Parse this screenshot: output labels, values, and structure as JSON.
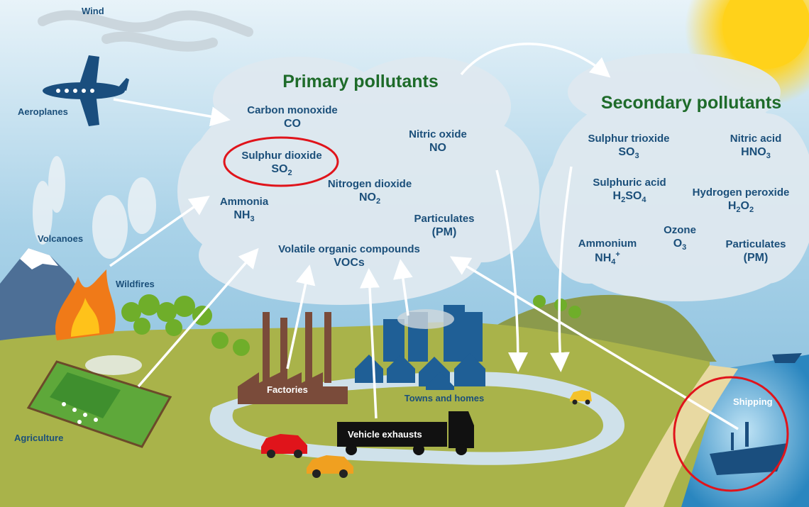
{
  "headings": {
    "primary": "Primary pollutants",
    "secondary": "Secondary pollutants"
  },
  "primary_pollutants": [
    {
      "name": "Carbon monoxide",
      "formula": "CO"
    },
    {
      "name": "Sulphur dioxide",
      "formula": "SO",
      "sub": "2",
      "highlighted": true
    },
    {
      "name": "Nitric oxide",
      "formula": "NO"
    },
    {
      "name": "Nitrogen dioxide",
      "formula": "NO",
      "sub": "2"
    },
    {
      "name": "Ammonia",
      "formula": "NH",
      "sub": "3"
    },
    {
      "name": "Particulates",
      "formula": "(PM)"
    },
    {
      "name": "Volatile organic compounds",
      "formula": "VOCs"
    }
  ],
  "secondary_pollutants": [
    {
      "name": "Sulphur trioxide",
      "formula": "SO",
      "sub": "3"
    },
    {
      "name": "Nitric acid",
      "formula": "HNO",
      "sub": "3"
    },
    {
      "name": "Sulphuric acid",
      "formula": "H",
      "sub": "2",
      "formula_b": "SO",
      "sub_b": "4"
    },
    {
      "name": "Hydrogen peroxide",
      "formula": "H",
      "sub": "2",
      "formula_b": "O",
      "sub_b": "2"
    },
    {
      "name": "Ozone",
      "formula": "O",
      "sub": "3"
    },
    {
      "name": "Ammonium",
      "formula": "NH",
      "sub": "4",
      "sup": "+"
    },
    {
      "name": "Particulates",
      "formula": "(PM)"
    }
  ],
  "sources": {
    "wind": "Wind",
    "aeroplanes": "Aeroplanes",
    "volcanoes": "Volcanoes",
    "wildfires": "Wildfires",
    "agriculture": "Agriculture",
    "factories": "Factories",
    "towns": "Towns and homes",
    "vehicles": "Vehicle exhausts",
    "shipping": "Shipping"
  },
  "highlights": [
    "Sulphur dioxide",
    "Shipping"
  ],
  "colors": {
    "heading_green": "#1e6b2a",
    "label_blue": "#1b4f7a",
    "highlight_red": "#e0141b",
    "sky": "#9fcbe3",
    "grass": "#a9b34a",
    "sea": "#2f8fc4",
    "sun": "#ffd21a"
  }
}
